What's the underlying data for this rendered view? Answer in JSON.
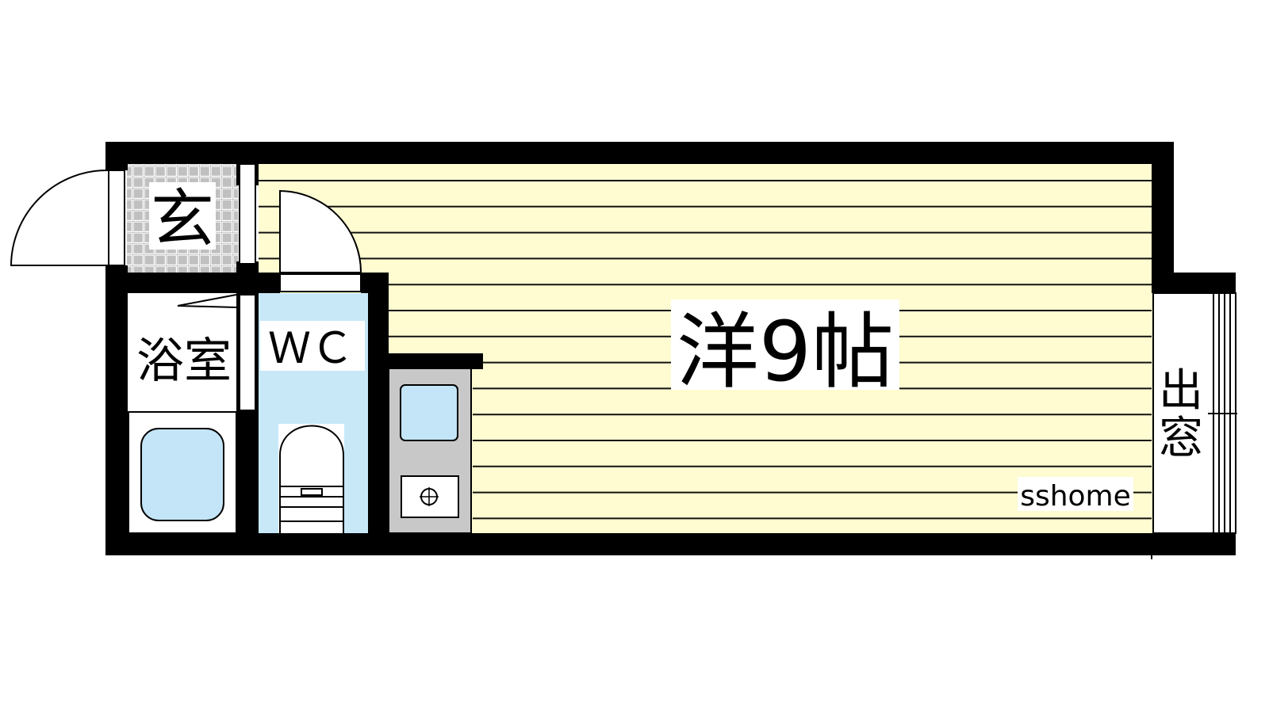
{
  "floorplan": {
    "rooms": {
      "entrance": "玄",
      "bathroom": "浴室",
      "toilet": "ＷＣ",
      "western_room": "洋9帖",
      "bay_window": [
        "出",
        "窓"
      ]
    },
    "watermark": "sshome"
  },
  "colors": {
    "wall": "#000000",
    "room_floor": "#fefcd0",
    "floor_line": "#111111",
    "wc_floor": "#c8e8f8",
    "fixture_blue": "#c3e5f7",
    "entrance_tile": "#c0c0c0",
    "kitchen_counter": "#c8c8c8"
  }
}
